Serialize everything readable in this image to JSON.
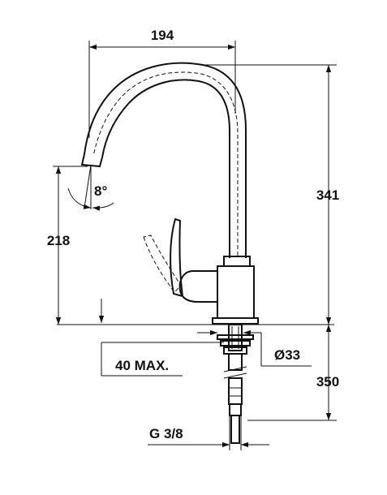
{
  "dimensions": {
    "spout_reach": "194",
    "total_height": "341",
    "spout_height": "218",
    "spout_angle": "8°",
    "max_deck_thickness": "40 MAX.",
    "hole_diameter": "Ø33",
    "hose_length": "350",
    "thread": "G 3/8"
  }
}
